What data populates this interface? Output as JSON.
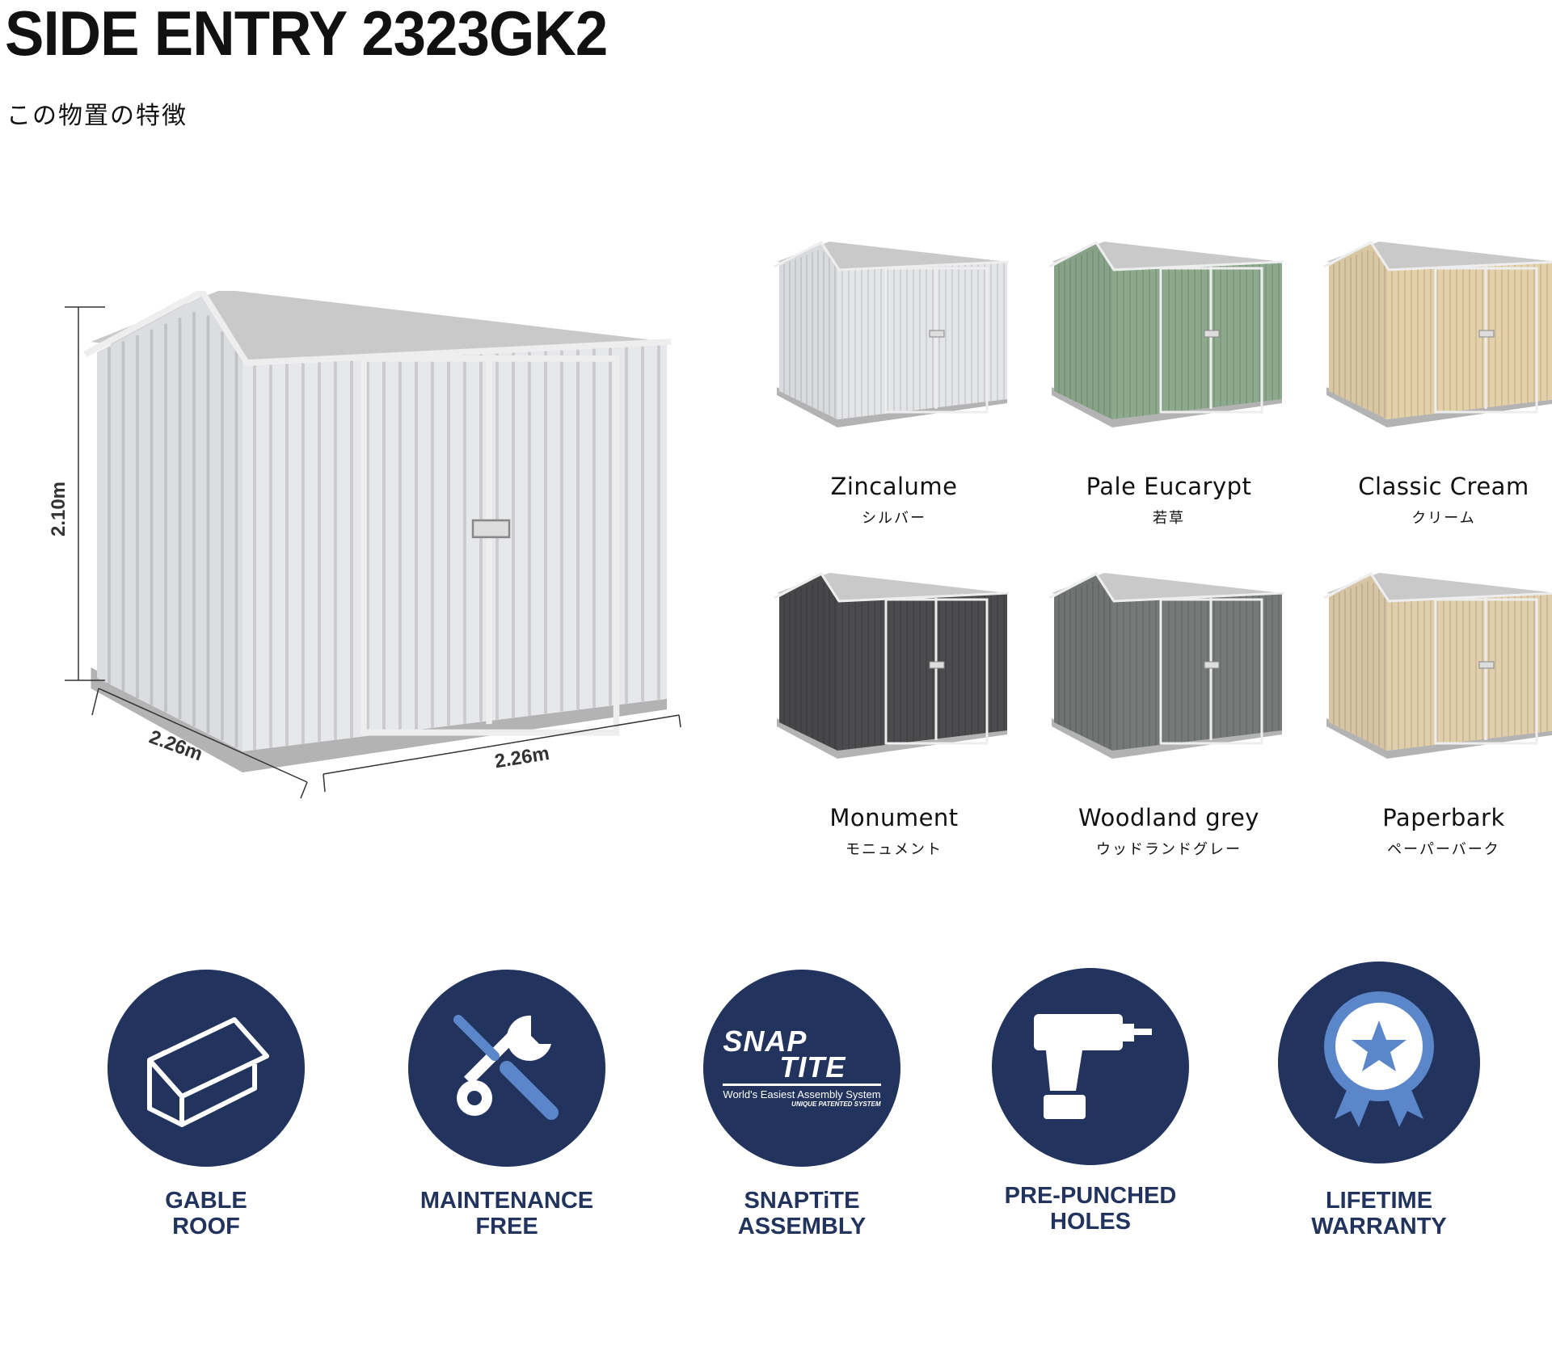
{
  "header": {
    "title": "SIDE ENTRY 2323GK2",
    "subtitle": "この物置の特徴"
  },
  "main_shed": {
    "color": "#dcdde0",
    "dimensions": {
      "height": "2.10m",
      "depth": "2.26m",
      "width": "2.26m"
    }
  },
  "colors": [
    {
      "name": "Zincalume",
      "jp": "シルバー",
      "hex": "#d9dadd"
    },
    {
      "name": "Pale Eucarypt",
      "jp": "若草",
      "hex": "#86a287"
    },
    {
      "name": "Classic Cream",
      "jp": "クリーム",
      "hex": "#d9c7a2"
    },
    {
      "name": "Monument",
      "jp": "モニュメント",
      "hex": "#47474a"
    },
    {
      "name": "Woodland grey",
      "jp": "ウッドランドグレー",
      "hex": "#6f7371"
    },
    {
      "name": "Paperbark",
      "jp": "ペーパーバーク",
      "hex": "#d6c4a3"
    }
  ],
  "features": [
    {
      "icon": "gable-roof-icon",
      "line1": "GABLE",
      "line2": "ROOF"
    },
    {
      "icon": "tools-icon",
      "line1": "MAINTENANCE",
      "line2": "FREE"
    },
    {
      "icon": "snaptite-logo",
      "line1": "SNAPTiTE",
      "line2": "ASSEMBLY",
      "logo": {
        "top": "SNAP",
        "bottom": "TITE",
        "tagline": "World's Easiest Assembly System",
        "sub": "UNIQUE PATENTED SYSTEM"
      }
    },
    {
      "icon": "drill-icon",
      "line1": "PRE-PUNCHED",
      "line2": "HOLES"
    },
    {
      "icon": "warranty-badge-icon",
      "line1": "LIFETIME",
      "line2": "WARRANTY"
    }
  ],
  "brand_color": "#22345e"
}
